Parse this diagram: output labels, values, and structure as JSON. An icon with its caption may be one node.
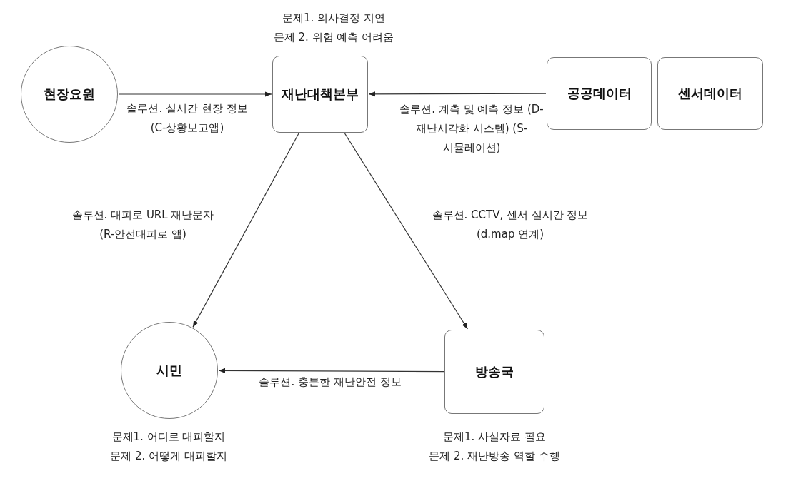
{
  "diagram": {
    "nodes": [
      {
        "text": [
          "현장요원"
        ]
      },
      {
        "text": [
          "재난대책본부"
        ],
        "beside": [
          "문제1. 의사결정 지연",
          "문제 2. 위험 예측 어려움"
        ]
      },
      {
        "text": [
          "공공데이터"
        ]
      },
      {
        "text": [
          "센서데이터"
        ]
      },
      {
        "text": [
          "시민"
        ],
        "beside": [
          "문제1. 어디로 대피할지",
          "문제 2. 어떻게 대피할지"
        ]
      },
      {
        "text": [
          "방송국"
        ],
        "beside": [
          "문제1. 사실자료 필요",
          "문제 2. 재난방송 역할 수행"
        ]
      }
    ],
    "edges": [
      {
        "from": 0,
        "to": 1,
        "arrow": "to",
        "label": "솔루션. 실시간 현장 정보 (C-상황보고앱)"
      },
      {
        "from": 2,
        "to": 1,
        "arrow": "to",
        "label": "솔루션. 계측 및 예측 정보 (D-재난시각화 시스템) (S-시뮬레이션)"
      },
      {
        "from": 1,
        "to": 4,
        "arrow": "to",
        "label": "솔루션. 대피로 URL 재난문자 (R-안전대피로 앱)"
      },
      {
        "from": 1,
        "to": 5,
        "arrow": "to",
        "label": "솔루션. CCTV, 센서 실시간 정보 (d.map 연계)"
      },
      {
        "from": 5,
        "to": 4,
        "arrow": "to",
        "label": "솔루션. 충분한 재난안전 정보"
      }
    ]
  }
}
